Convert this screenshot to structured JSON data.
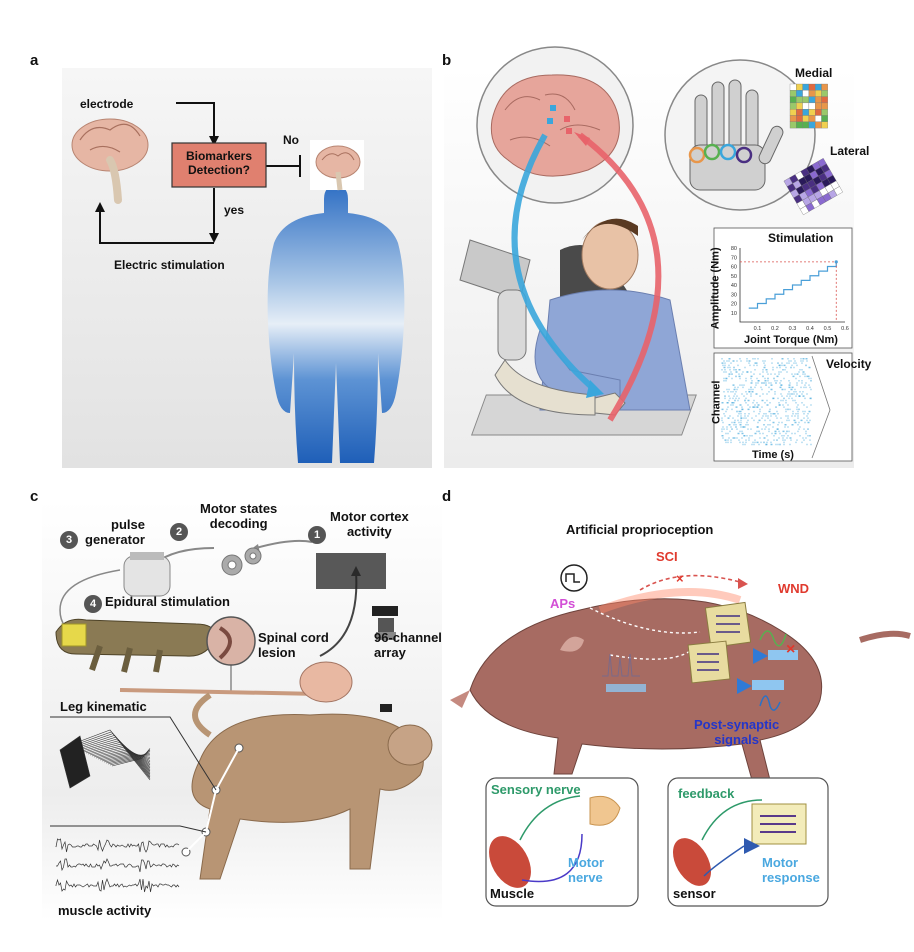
{
  "panels": {
    "a": {
      "letter": "a",
      "electrode": "electrode",
      "decision": "Biomarkers\nDetection?",
      "no": "No",
      "yes": "yes",
      "stim": "Electric stimulation"
    },
    "b": {
      "letter": "b",
      "medial": "Medial",
      "lateral": "Lateral",
      "stim_title": "Stimulation",
      "ylabel": "Amplitude (Nm)",
      "xlabel": "Joint Torque (Nm)",
      "yticks": [
        "80",
        "70",
        "60",
        "50",
        "40",
        "30",
        "20",
        "10"
      ],
      "xticks": [
        "0.1",
        "0.2",
        "0.3",
        "0.4",
        "0.5",
        "0.6"
      ],
      "velocity": "Velocity",
      "channel": "Channel",
      "time": "Time (s)"
    },
    "c": {
      "letter": "c",
      "step1": "1",
      "step2": "2",
      "step3": "3",
      "step4": "4",
      "motor_cortex": "Motor cortex\nactivity",
      "motor_states": "Motor states\ndecoding",
      "pulse": "pulse\ngenerator",
      "epidural": "Epidural stimulation",
      "spinal": "Spinal cord\nlesion",
      "array": "96-channel\narray",
      "leg": "Leg kinematic",
      "muscle": "muscle activity"
    },
    "d": {
      "letter": "d",
      "title": "Artificial proprioception",
      "sci": "SCI",
      "wnd": "WND",
      "aps": "APs",
      "post": "Post-synaptic\nsignals",
      "sensory": "Sensory nerve",
      "motor_nerve": "Motor\nnerve",
      "muscle": "Muscle",
      "feedback": "feedback",
      "motor_resp": "Motor\nresponse",
      "sensor": "sensor"
    }
  },
  "chart_data": {
    "type": "line",
    "title": "Stimulation",
    "xlabel": "Joint Torque (Nm)",
    "ylabel": "Amplitude (Nm)",
    "xlim": [
      0,
      0.6
    ],
    "ylim": [
      0,
      80
    ],
    "series": [
      {
        "x": [
          0.05,
          0.1,
          0.1,
          0.15,
          0.15,
          0.2,
          0.2,
          0.25,
          0.25,
          0.3,
          0.3,
          0.35,
          0.35,
          0.4,
          0.4,
          0.45,
          0.45,
          0.5,
          0.5,
          0.55,
          0.55
        ],
        "y": [
          15,
          15,
          20,
          20,
          25,
          25,
          30,
          30,
          35,
          35,
          40,
          40,
          45,
          45,
          50,
          50,
          55,
          55,
          60,
          60,
          65
        ]
      }
    ],
    "grid": false
  },
  "colors": {
    "decision_box": "#e0806f",
    "body_blue": "#2f6fc4",
    "blue_arrow": "#3aa6dc",
    "red_arrow": "#e8636a",
    "chart_line": "#4a9fd8",
    "dash_red": "#d9534f",
    "sci_red": "#e03a2e",
    "aps_magenta": "#d34fd6",
    "post_blue": "#2436c9",
    "sensory_green": "#2e9a6a",
    "motor_blue": "#4aa8e0"
  }
}
